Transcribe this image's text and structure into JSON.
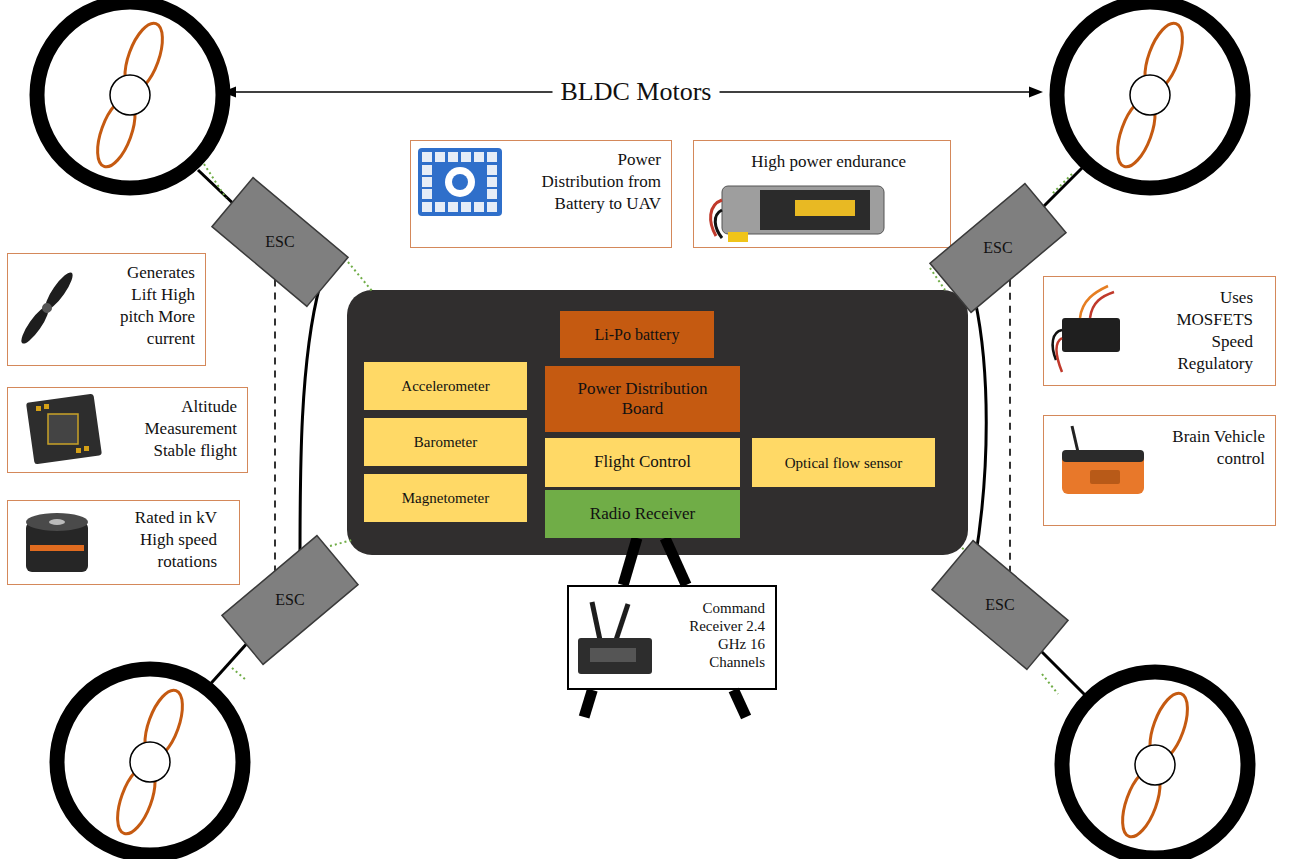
{
  "diagram": {
    "nodes": [
      {
        "text": [
          "Power Distribution from Battery to UAV"
        ]
      },
      {
        "text": [
          "High power endurance"
        ]
      },
      {
        "text": [
          "ESC"
        ]
      },
      {
        "text": [
          "ESC"
        ]
      },
      {
        "text": [
          "Generates Lift High pitch More current"
        ]
      },
      {
        "text": [
          "Li-Po battery"
        ]
      },
      {
        "text": [
          "Uses MOSFETS Speed Regulatory"
        ]
      },
      {
        "text": [
          "Accelerometer"
        ]
      },
      {
        "text": [
          "Power Distribution Board"
        ]
      },
      {
        "text": [
          "Altitude Measurement Stable flight"
        ]
      },
      {
        "text": [
          "Barometer"
        ]
      },
      {
        "text": [
          "Flight Control"
        ]
      },
      {
        "text": [
          "Optical flow sensor"
        ]
      },
      {
        "text": [
          "Brain Vehicle control"
        ]
      },
      {
        "text": [
          "Magnetometer"
        ]
      },
      {
        "text": [
          "Radio Receiver"
        ]
      },
      {
        "text": [
          "Rated in kV High speed rotations"
        ]
      },
      {
        "text": [
          "ESC"
        ]
      },
      {
        "text": [
          "ESC"
        ]
      },
      {
        "text": [
          "Command Receiver 2.4 GHz 16 Channels"
        ]
      }
    ],
    "edges": [
      {
        "from": 2,
        "to": 17,
        "arrow": "none"
      },
      {
        "from": 3,
        "to": 18,
        "arrow": "none"
      },
      {
        "from": 15,
        "to": 19,
        "arrow": "none"
      },
      {
        "from": 15,
        "to": 19,
        "arrow": "none"
      }
    ],
    "labels": [
      "BLDC Motors"
    ]
  }
}
